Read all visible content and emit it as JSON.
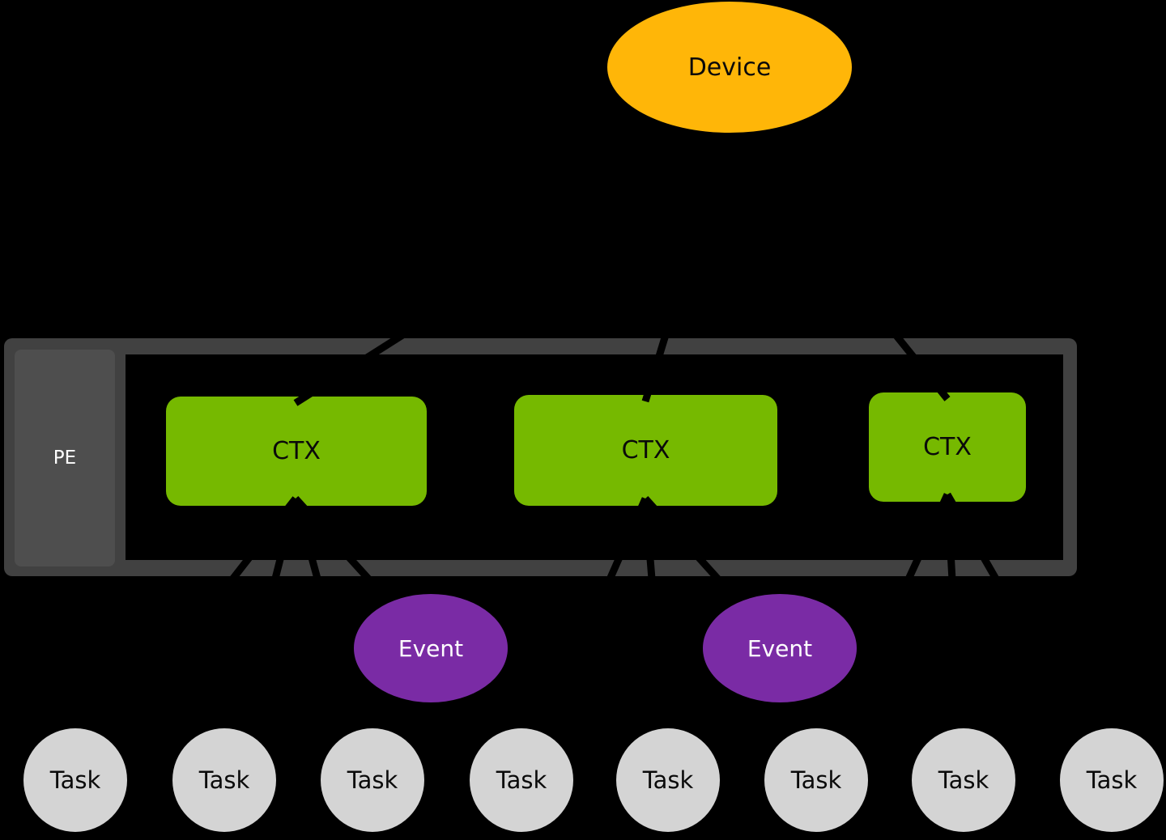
{
  "background_color": "#000000",
  "connector_color": "#000000",
  "nodes": {
    "device": {
      "label": "Device",
      "fill": "#FFB608"
    },
    "pe": {
      "label": "PE",
      "fill": "#4E4E4E"
    },
    "frame_fill": "#414141",
    "context_fill": "#76B900",
    "event_fill": "#7A2BA5",
    "task_fill": "#D4D4D4",
    "contexts": [
      {
        "label": "CTX"
      },
      {
        "label": "CTX"
      },
      {
        "label": "CTX"
      }
    ],
    "events": [
      {
        "label": "Event"
      },
      {
        "label": "Event"
      }
    ],
    "tasks": [
      {
        "label": "Task"
      },
      {
        "label": "Task"
      },
      {
        "label": "Task"
      },
      {
        "label": "Task"
      },
      {
        "label": "Task"
      },
      {
        "label": "Task"
      },
      {
        "label": "Task"
      },
      {
        "label": "Task"
      }
    ]
  },
  "connectors": [
    {
      "from": "device",
      "to": "ctx1"
    },
    {
      "from": "device",
      "to": "ctx2"
    },
    {
      "from": "device",
      "to": "ctx3"
    },
    {
      "from": "ctx1",
      "to": "task1"
    },
    {
      "from": "ctx1",
      "to": "task2"
    },
    {
      "from": "ctx1",
      "to": "task3"
    },
    {
      "from": "ctx1",
      "to": "event1"
    },
    {
      "from": "ctx2",
      "to": "task4"
    },
    {
      "from": "ctx2",
      "to": "task5"
    },
    {
      "from": "ctx2",
      "to": "event2"
    },
    {
      "from": "ctx3",
      "to": "task6"
    },
    {
      "from": "ctx3",
      "to": "task7"
    },
    {
      "from": "ctx3",
      "to": "task8"
    }
  ]
}
